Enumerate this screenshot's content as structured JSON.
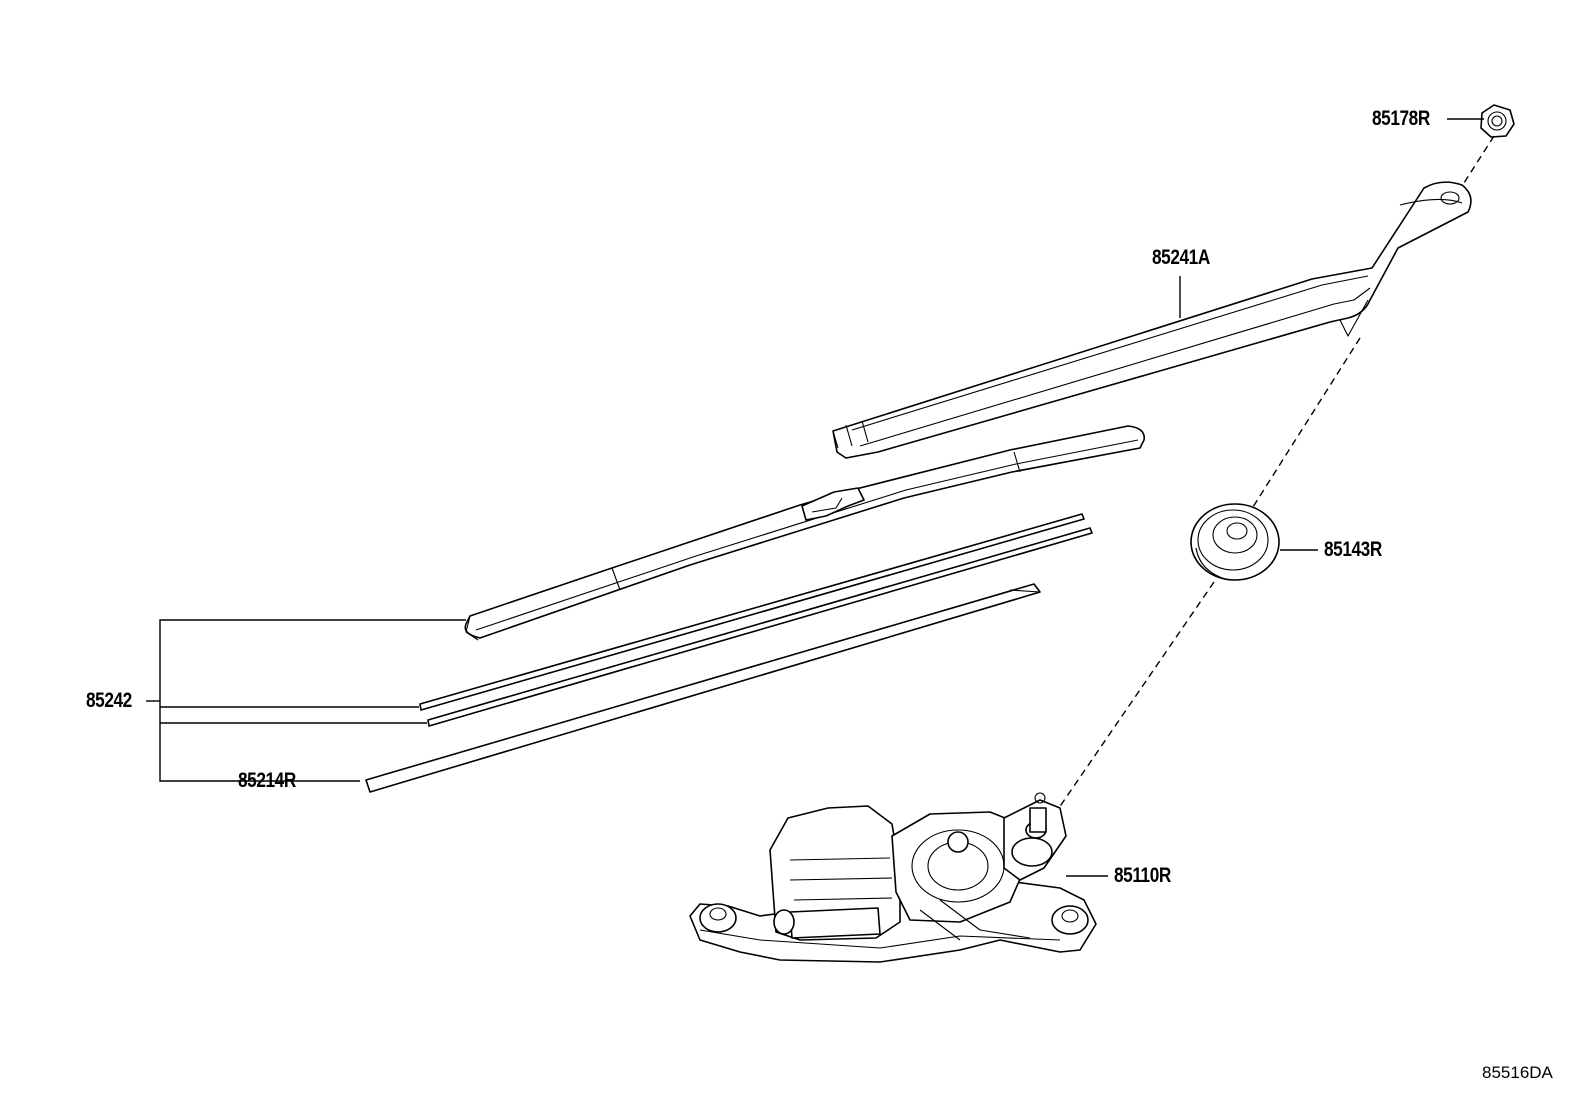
{
  "diagram": {
    "parts": [
      {
        "id": "nut",
        "label": "85178R"
      },
      {
        "id": "wiper-arm",
        "label": "85241A"
      },
      {
        "id": "cap",
        "label": "85143R"
      },
      {
        "id": "wiper-blade-assembly",
        "label": "85242"
      },
      {
        "id": "blade-rubber",
        "label": "85214R"
      },
      {
        "id": "wiper-motor",
        "label": "85110R"
      }
    ],
    "reference_code": "85516DA"
  }
}
